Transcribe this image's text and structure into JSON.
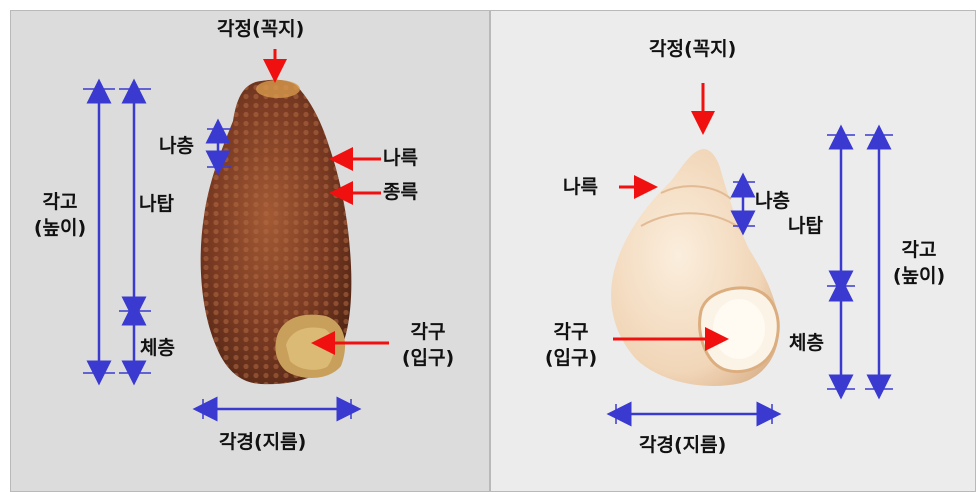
{
  "colors": {
    "measure": "#3a3ad0",
    "pointer": "#f01010",
    "shell_left": "#7a3a22",
    "shell_right": "#f3dcc4"
  },
  "left": {
    "apex": "각정(꼭지)",
    "suture": "나륵",
    "longitudinal_rib": "종륵",
    "whorl_height": "나층",
    "spire": "나탑",
    "shell_height_line1": "각고",
    "shell_height_line2": "(높이)",
    "body_whorl": "체층",
    "aperture_line1": "각구",
    "aperture_line2": "(입구)",
    "shell_width": "각경(지름)"
  },
  "right": {
    "apex": "각정(꼭지)",
    "suture": "나륵",
    "whorl_height": "나층",
    "spire": "나탑",
    "shell_height_line1": "각고",
    "shell_height_line2": "(높이)",
    "body_whorl": "체층",
    "aperture_line1": "각구",
    "aperture_line2": "(입구)",
    "shell_width": "각경(지름)"
  }
}
